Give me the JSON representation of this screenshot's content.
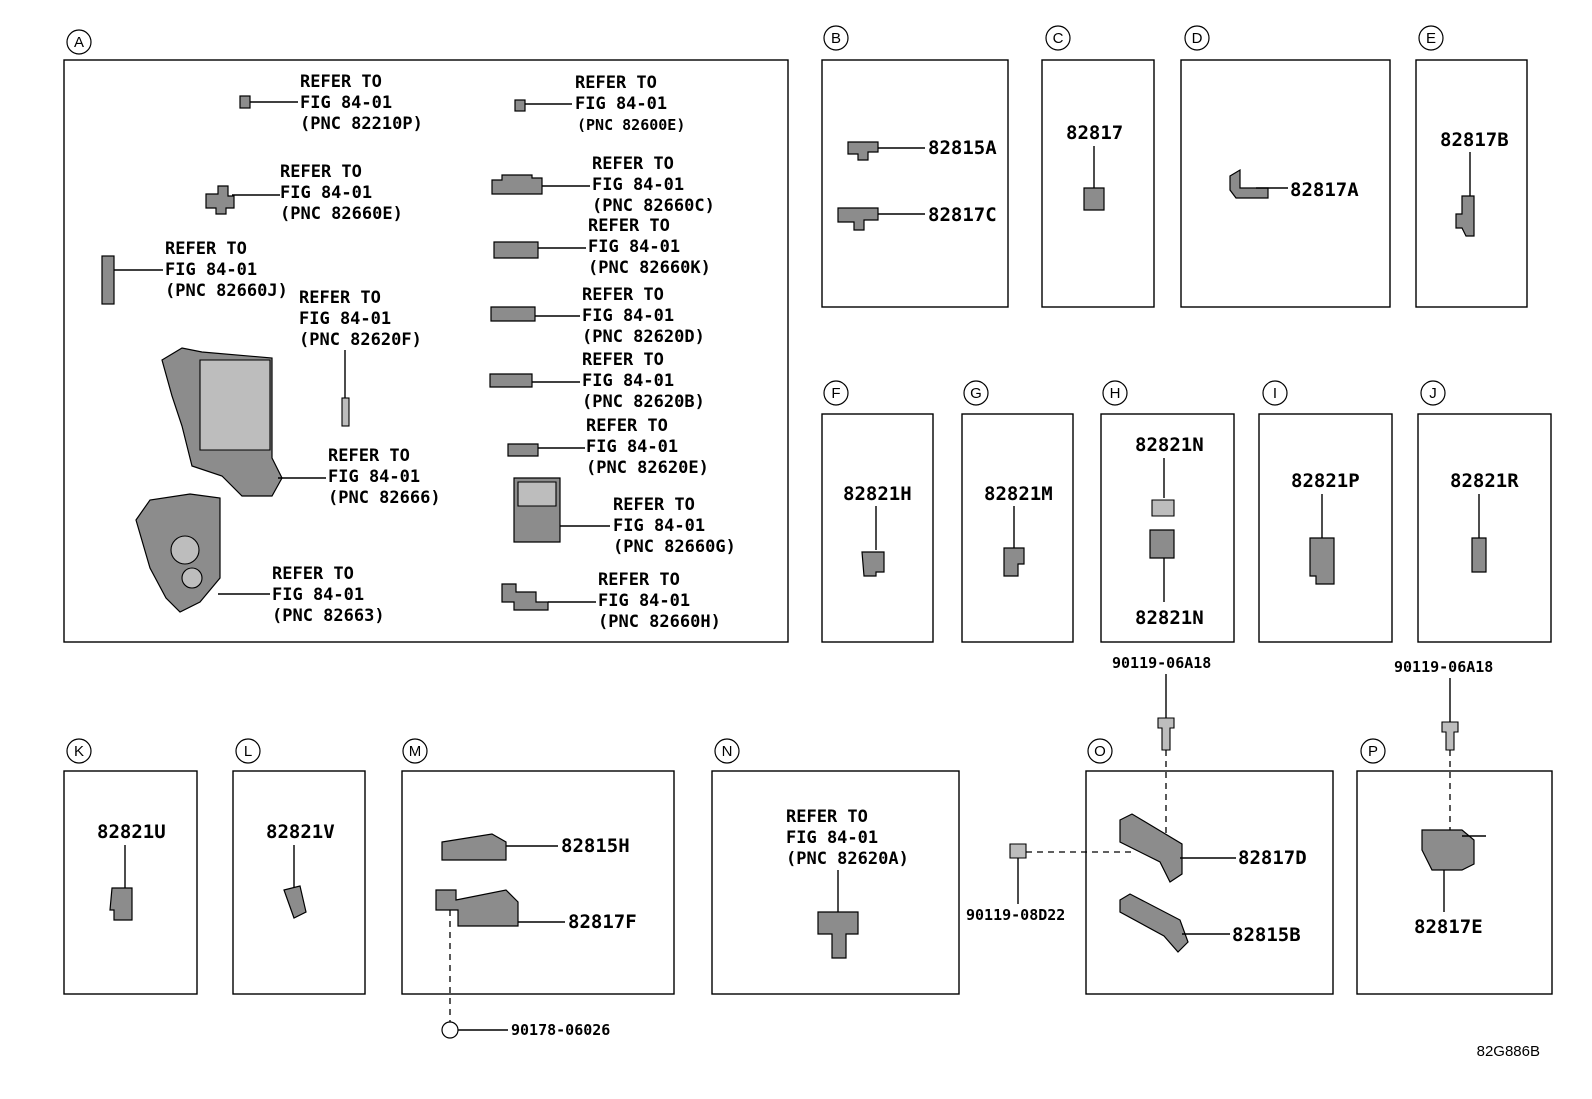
{
  "sections": {
    "A": {
      "letter": "A",
      "refs": [
        {
          "l1": "REFER TO",
          "l2": "FIG 84-01",
          "l3": "(PNC 82210P)"
        },
        {
          "l1": "REFER TO",
          "l2": "FIG 84-01",
          "l3": "(PNC 82600E)"
        },
        {
          "l1": "REFER TO",
          "l2": "FIG 84-01",
          "l3": "(PNC 82660E)"
        },
        {
          "l1": "REFER TO",
          "l2": "FIG 84-01",
          "l3": "(PNC 82660C)"
        },
        {
          "l1": "REFER TO",
          "l2": "FIG 84-01",
          "l3": "(PNC 82660K)"
        },
        {
          "l1": "REFER TO",
          "l2": "FIG 84-01",
          "l3": "(PNC 82660J)"
        },
        {
          "l1": "REFER TO",
          "l2": "FIG 84-01",
          "l3": "(PNC 82620F)"
        },
        {
          "l1": "REFER TO",
          "l2": "FIG 84-01",
          "l3": "(PNC 82620D)"
        },
        {
          "l1": "REFER TO",
          "l2": "FIG 84-01",
          "l3": "(PNC 82620B)"
        },
        {
          "l1": "REFER TO",
          "l2": "FIG 84-01",
          "l3": "(PNC 82620E)"
        },
        {
          "l1": "REFER TO",
          "l2": "FIG 84-01",
          "l3": "(PNC 82666)"
        },
        {
          "l1": "REFER TO",
          "l2": "FIG 84-01",
          "l3": "(PNC 82660G)"
        },
        {
          "l1": "REFER TO",
          "l2": "FIG 84-01",
          "l3": "(PNC 82663)"
        },
        {
          "l1": "REFER TO",
          "l2": "FIG 84-01",
          "l3": "(PNC 82660H)"
        }
      ]
    },
    "B": {
      "letter": "B",
      "parts": [
        "82815A",
        "82817C"
      ]
    },
    "C": {
      "letter": "C",
      "parts": [
        "82817"
      ]
    },
    "D": {
      "letter": "D",
      "parts": [
        "82817A"
      ]
    },
    "E": {
      "letter": "E",
      "parts": [
        "82817B"
      ]
    },
    "F": {
      "letter": "F",
      "parts": [
        "82821H"
      ]
    },
    "G": {
      "letter": "G",
      "parts": [
        "82821M"
      ]
    },
    "H": {
      "letter": "H",
      "parts": [
        "82821N",
        "82821N"
      ]
    },
    "I": {
      "letter": "I",
      "parts": [
        "82821P"
      ]
    },
    "J": {
      "letter": "J",
      "parts": [
        "82821R"
      ]
    },
    "K": {
      "letter": "K",
      "parts": [
        "82821U"
      ]
    },
    "L": {
      "letter": "L",
      "parts": [
        "82821V"
      ]
    },
    "M": {
      "letter": "M",
      "parts": [
        "82815H",
        "82817F",
        "90178-06026"
      ]
    },
    "N": {
      "letter": "N",
      "ref": {
        "l1": "REFER TO",
        "l2": "FIG 84-01",
        "l3": "(PNC 82620A)"
      }
    },
    "O": {
      "letter": "O",
      "parts": [
        "82817D",
        "82815B",
        "90119-08D22",
        "90119-06A18"
      ]
    },
    "P": {
      "letter": "P",
      "parts": [
        "82817E",
        "90119-06A18"
      ]
    }
  },
  "diagram_code": "82G886B"
}
